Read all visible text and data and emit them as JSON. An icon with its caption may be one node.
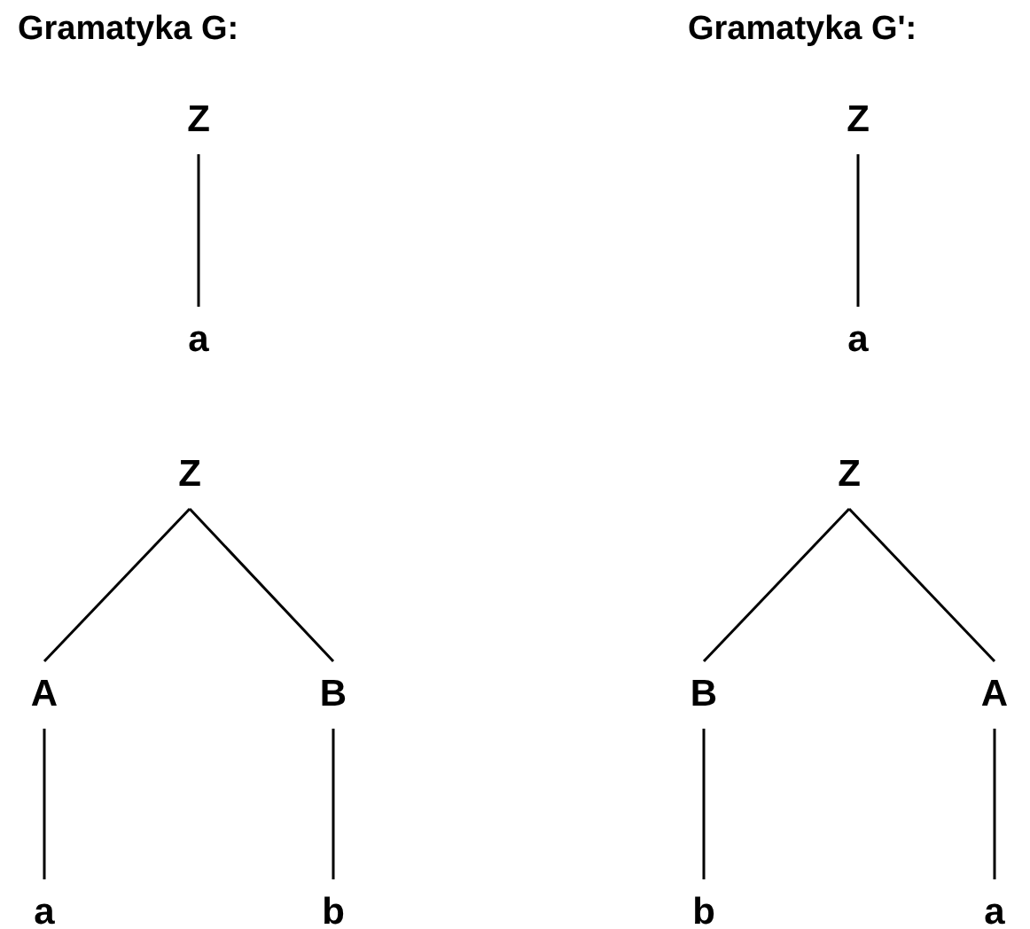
{
  "diagram": {
    "nodes": [
      {
        "text": [
          "Z"
        ]
      },
      {
        "text": [
          "a"
        ]
      },
      {
        "text": [
          "Z"
        ]
      },
      {
        "text": [
          "a"
        ]
      },
      {
        "text": [
          "Z"
        ]
      },
      {
        "text": [
          "A"
        ]
      },
      {
        "text": [
          "B"
        ]
      },
      {
        "text": [
          "a"
        ]
      },
      {
        "text": [
          "b"
        ]
      },
      {
        "text": [
          "Z"
        ]
      },
      {
        "text": [
          "B"
        ]
      },
      {
        "text": [
          "A"
        ]
      },
      {
        "text": [
          "b"
        ]
      },
      {
        "text": [
          "a"
        ]
      }
    ],
    "edges": [
      {
        "from": 0,
        "to": 1,
        "arrow": "none"
      },
      {
        "from": 2,
        "to": 3,
        "arrow": "none"
      },
      {
        "from": 4,
        "to": 5,
        "arrow": "none"
      },
      {
        "from": 4,
        "to": 6,
        "arrow": "none"
      },
      {
        "from": 5,
        "to": 7,
        "arrow": "none"
      },
      {
        "from": 6,
        "to": 8,
        "arrow": "none"
      },
      {
        "from": 9,
        "to": 10,
        "arrow": "none"
      },
      {
        "from": 9,
        "to": 11,
        "arrow": "none"
      },
      {
        "from": 10,
        "to": 12,
        "arrow": "none"
      },
      {
        "from": 11,
        "to": 13,
        "arrow": "none"
      }
    ],
    "labels": [
      "Gramatyka G:",
      "Gramatyka G':"
    ]
  }
}
